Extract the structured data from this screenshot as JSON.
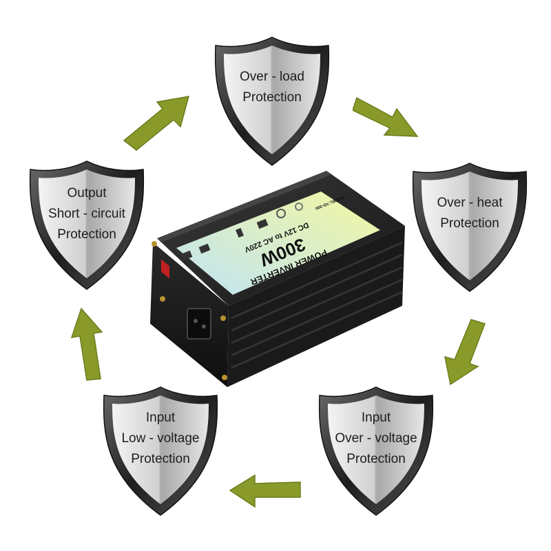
{
  "colors": {
    "arrow": "#8a9a2a",
    "arrow_light": "#b3c04a",
    "shield_rim": "#2c2c2c",
    "shield_face": "#d6d6d6",
    "inverter_body": "#1c1c1c",
    "label_from": "#bfe3f5",
    "label_to": "#f3f7a0"
  },
  "shields": [
    {
      "id": "over-load",
      "lines": [
        "Over - load",
        "Protection"
      ]
    },
    {
      "id": "over-heat",
      "lines": [
        "Over - heat",
        "Protection"
      ]
    },
    {
      "id": "input-over-voltage",
      "lines": [
        "Input",
        "Over - voltage",
        "Protection"
      ]
    },
    {
      "id": "input-low-voltage",
      "lines": [
        "Input",
        "Low - voltage",
        "Protection"
      ]
    },
    {
      "id": "output-short-circuit",
      "lines": [
        "Output",
        "Short - circuit",
        "Protection"
      ]
    }
  ],
  "inverter": {
    "line1": "POWER INVERTER",
    "line2": "300W",
    "line3": "DC 12V to AC 220V",
    "model": "MODEL:YD-300",
    "icons": [
      "tv-icon",
      "laptop-icon",
      "phone-icon",
      "camera-icon",
      "fan-icon",
      "lamp-icon"
    ]
  }
}
